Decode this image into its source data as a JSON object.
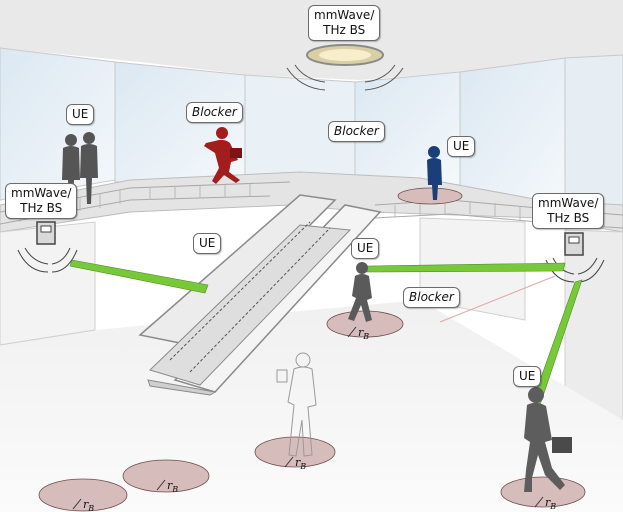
{
  "labels": {
    "bs_ceiling": "mmWave/\nTHz BS",
    "bs_left": "mmWave/\nTHz BS",
    "bs_right": "mmWave/\nTHz BS",
    "ue_upper_left": "UE",
    "ue_upper_right": "UE",
    "ue_escalator": "UE",
    "ue_center": "UE",
    "ue_right": "UE",
    "blocker_red": "Blocker",
    "blocker_top": "Blocker",
    "blocker_mid": "Blocker"
  },
  "radius_label": "r_B",
  "colors": {
    "beam": "#77c93a",
    "blocker_red": "#a31d1d",
    "ue_blue": "#1b3d7a",
    "blocker_disc": "#d7bcbc",
    "human_gray": "#5d5d5d"
  }
}
